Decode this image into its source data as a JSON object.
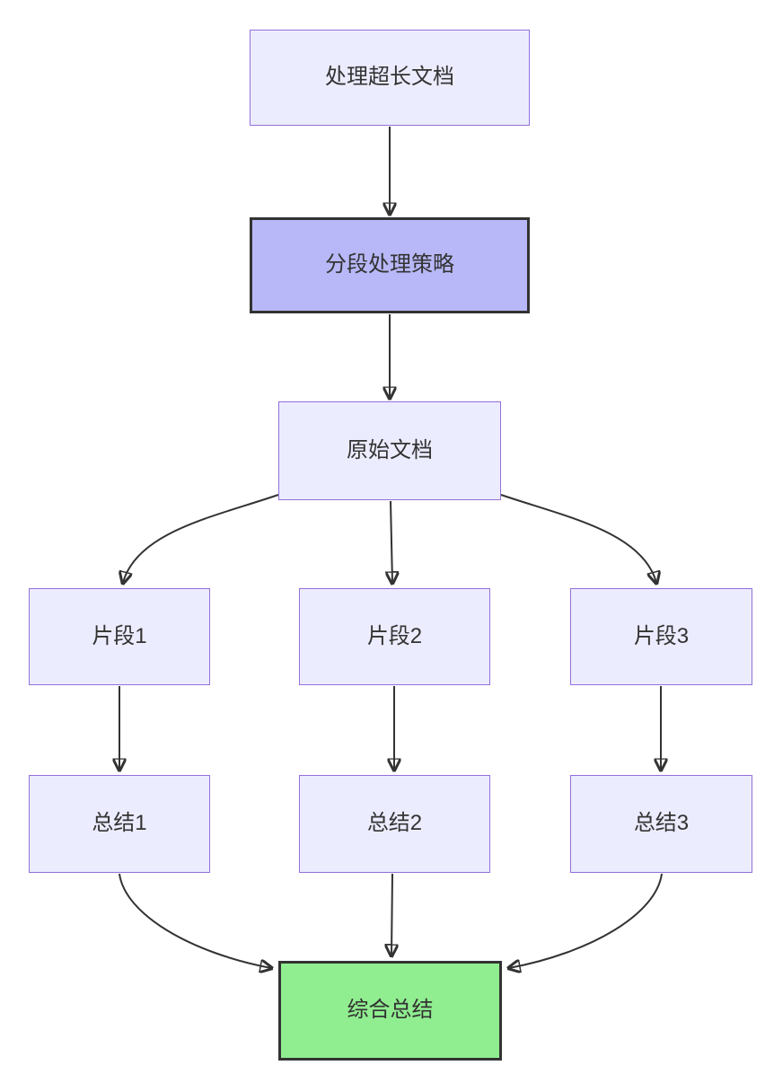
{
  "diagram": {
    "type": "flowchart",
    "direction": "top-down",
    "nodes": [
      {
        "id": "A",
        "label": "处理超长文档",
        "style": "default"
      },
      {
        "id": "B",
        "label": "分段处理策略",
        "style": "strategy"
      },
      {
        "id": "C",
        "label": "原始文档",
        "style": "default"
      },
      {
        "id": "D",
        "label": "片段1",
        "style": "default"
      },
      {
        "id": "E",
        "label": "片段2",
        "style": "default"
      },
      {
        "id": "F",
        "label": "片段3",
        "style": "default"
      },
      {
        "id": "G",
        "label": "总结1",
        "style": "default"
      },
      {
        "id": "H",
        "label": "总结2",
        "style": "default"
      },
      {
        "id": "I",
        "label": "总结3",
        "style": "default"
      },
      {
        "id": "J",
        "label": "综合总结",
        "style": "result"
      }
    ],
    "edges": [
      {
        "from": "处理超长文档",
        "to": "分段处理策略"
      },
      {
        "from": "分段处理策略",
        "to": "原始文档"
      },
      {
        "from": "原始文档",
        "to": "片段1"
      },
      {
        "from": "原始文档",
        "to": "片段2"
      },
      {
        "from": "原始文档",
        "to": "片段3"
      },
      {
        "from": "片段1",
        "to": "总结1"
      },
      {
        "from": "片段2",
        "to": "总结2"
      },
      {
        "from": "片段3",
        "to": "总结3"
      },
      {
        "from": "总结1",
        "to": "综合总结"
      },
      {
        "from": "总结2",
        "to": "综合总结"
      },
      {
        "from": "总结3",
        "to": "综合总结"
      }
    ],
    "colors": {
      "node_fill": "#ECECFF",
      "node_border": "#9370DB",
      "strategy_fill": "#B8B8F8",
      "strategy_border": "#333333",
      "result_fill": "#90EE90",
      "result_border": "#333333",
      "edge": "#333333",
      "text": "#333333",
      "background": "#FFFFFF"
    }
  }
}
